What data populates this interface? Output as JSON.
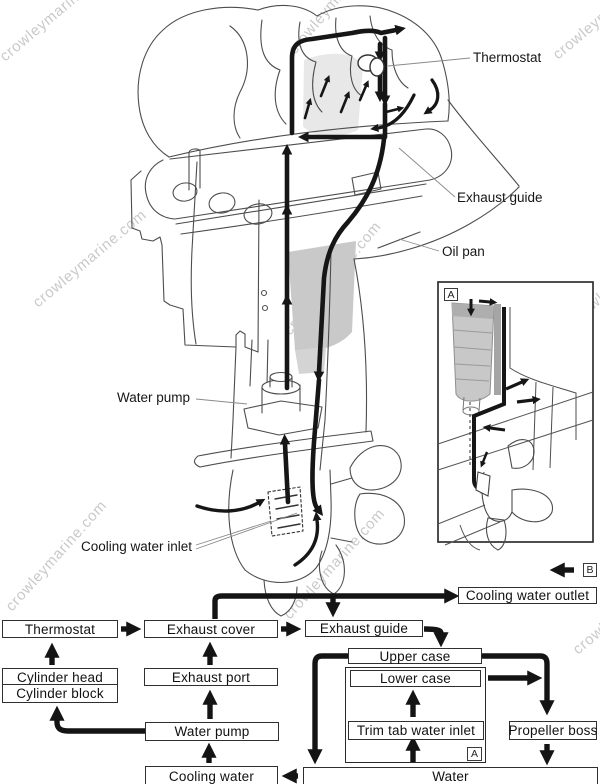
{
  "watermark": {
    "text": "crowleymarine.com",
    "color": "#c9c9c9"
  },
  "callouts": {
    "thermostat": "Thermostat",
    "exhaust_guide": "Exhaust guide",
    "oil_pan": "Oil pan",
    "water_pump": "Water pump",
    "cooling_water_inlet": "Cooling water inlet"
  },
  "markers": {
    "inset_label": "A",
    "group_label": "A",
    "outlet_label": "B"
  },
  "flowchart": {
    "boxes": [
      {
        "id": "cooling-water-outlet",
        "label": "Cooling water outlet"
      },
      {
        "id": "thermostat",
        "label": "Thermostat"
      },
      {
        "id": "exhaust-cover",
        "label": "Exhaust cover"
      },
      {
        "id": "exhaust-guide",
        "label": "Exhaust guide"
      },
      {
        "id": "upper-case",
        "label": "Upper case"
      },
      {
        "id": "cylinder-head",
        "label": "Cylinder head"
      },
      {
        "id": "cylinder-block",
        "label": "Cylinder block"
      },
      {
        "id": "exhaust-port",
        "label": "Exhaust port"
      },
      {
        "id": "lower-case",
        "label": "Lower case"
      },
      {
        "id": "water-pump",
        "label": "Water pump"
      },
      {
        "id": "trim-tab-water-inlet",
        "label": "Trim tab water inlet"
      },
      {
        "id": "propeller-boss",
        "label": "Propeller boss"
      },
      {
        "id": "cooling-water",
        "label": "Cooling water"
      },
      {
        "id": "water",
        "label": "Water"
      }
    ],
    "flow_edges": [
      "Cooling water -> Water pump",
      "Water pump -> Exhaust port",
      "Water pump -> Cylinder block",
      "Cylinder head -> Thermostat",
      "Thermostat -> Exhaust cover",
      "Exhaust port -> Exhaust cover",
      "Exhaust cover -> Exhaust guide",
      "Exhaust cover -> Cooling water outlet",
      "Exhaust guide -> Upper case",
      "Upper case -> Water",
      "Upper case -> Propeller boss",
      "Lower case -> Propeller boss",
      "Trim tab water inlet -> Lower case",
      "Water -> Trim tab water inlet",
      "Propeller boss -> Water",
      "Water -> Cooling water"
    ]
  },
  "colors": {
    "background": "#ffffff",
    "sketch_line": "#4d4d4d",
    "flow_line": "#161616",
    "shading": "#c9c9c9",
    "watermark": "#c9c9c9",
    "box_border": "#2f2f2f",
    "text": "#111111"
  }
}
